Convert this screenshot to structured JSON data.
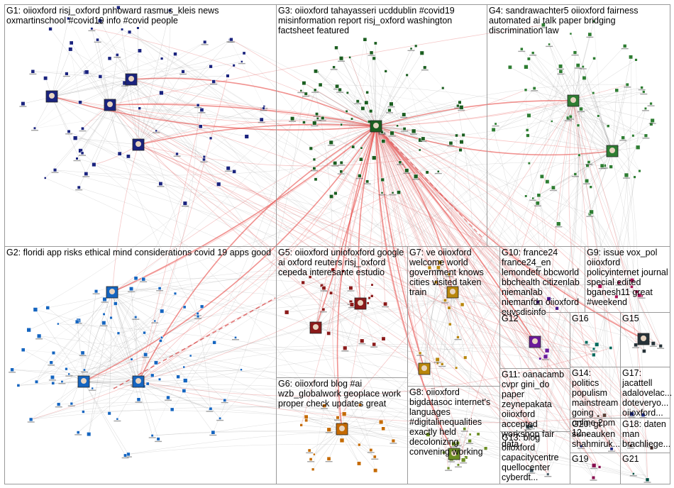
{
  "groups": [
    {
      "id": "g1",
      "label": "G1: oiioxford risj_oxford pnhoward rasmus_kleis news oxmartinschool #covid19 info #covid people",
      "color": "#1a237e",
      "density": 1.0
    },
    {
      "id": "g2",
      "label": "G2: floridi app risks ethical mind considerations covid 19 apps good",
      "color": "#1565c0",
      "density": 1.0
    },
    {
      "id": "g3",
      "label": "G3: oiioxford tahayasseri ucddublin #covid19 misinformation report risj_oxford washington factsheet featured",
      "color": "#1b5e20",
      "density": 1.0
    },
    {
      "id": "g4",
      "label": "G4: sandrawachter5 oiioxford fairness automated ai talk paper bridging discrimination law",
      "color": "#2e7d32",
      "density": 1.0
    },
    {
      "id": "g5",
      "label": "G5: oiioxford uniofoxford google ai oxford reuters risj_oxford cepeda interesante estudio",
      "color": "#8b1a1a",
      "density": 0.6
    },
    {
      "id": "g6",
      "label": "G6: oiioxford blog #ai wzb_globalwork geoplace work proper check updates great",
      "color": "#c56a00",
      "density": 0.6
    },
    {
      "id": "g7",
      "label": "G7: ve oiioxford welcome world government knows cities visited taken train",
      "color": "#b8860b",
      "density": 0.5
    },
    {
      "id": "g8",
      "label": "G8: oiioxford bigdatasoc internet's languages #digitalinequalities exactly held decolonizing convening working",
      "color": "#6b8e23",
      "density": 0.5
    },
    {
      "id": "g9",
      "label": "G9: issue vox_pol oiioxford policyinternet journal special edited bganesh11 great #weekend",
      "color": "#ad1457",
      "density": 0.4
    },
    {
      "id": "g10",
      "label": "G10: france24 france24_en lemondefr bbcworld bbchealth citizenlab niemanlab niemanfdn oiioxford euvsdisinfo",
      "color": "#4a148c",
      "density": 0.3
    },
    {
      "id": "g11",
      "label": "G11: oanacamb cvpr gini_do paper zeynepakata oiioxford accepted workshop fair data",
      "color": "#37474f",
      "density": 0.2
    },
    {
      "id": "g12",
      "label": "G12",
      "color": "#6a1b9a",
      "density": 0.2
    },
    {
      "id": "g13",
      "label": "G13: blog oiioxford capacitycentre quellocenter cyberdt...",
      "color": "#455a64",
      "density": 0.15
    },
    {
      "id": "g14",
      "label": "G14: politics populism mainstream going online 2pm 12...",
      "color": "#5d4037",
      "density": 0.15
    },
    {
      "id": "g15",
      "label": "G15",
      "color": "#263238",
      "density": 0.2
    },
    {
      "id": "g16",
      "label": "G16",
      "color": "#00695c",
      "density": 0.2
    },
    {
      "id": "g17",
      "label": "G17: jacattell adalovelac... doteveryo... oiioxford...",
      "color": "#283593",
      "density": 0.15
    },
    {
      "id": "g18",
      "label": "G18: daten man brachliege...",
      "color": "#3e2723",
      "density": 0.15
    },
    {
      "id": "g19",
      "label": "G19",
      "color": "#880e4f",
      "density": 0.15
    },
    {
      "id": "g20",
      "label": "G20: gt suneauken shahmiruk...",
      "color": "#1a237e",
      "density": 0.15
    },
    {
      "id": "g21",
      "label": "G21",
      "color": "#004d40",
      "density": 0.15
    }
  ]
}
